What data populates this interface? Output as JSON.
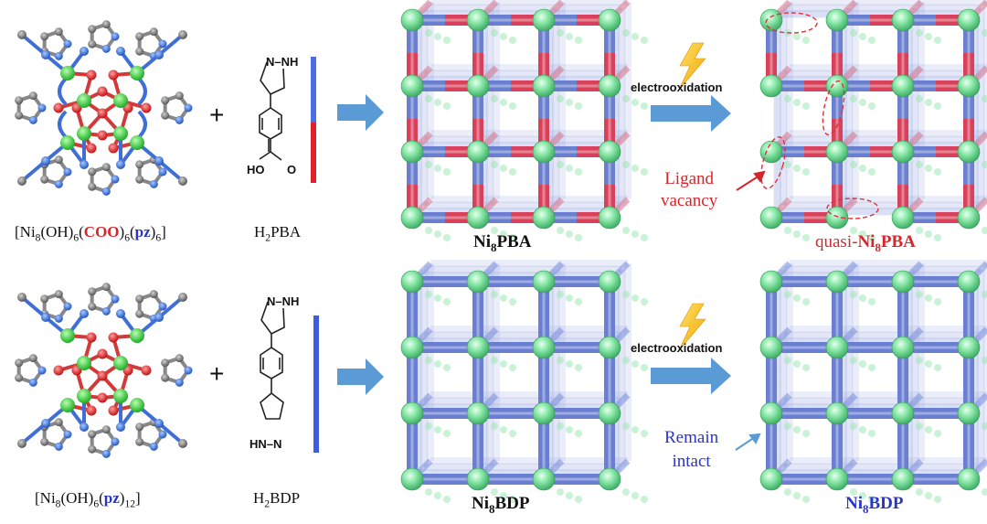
{
  "top_row": {
    "cluster_label": {
      "prefix": "[Ni",
      "s1": "8",
      "mid1": "(OH)",
      "s2": "6",
      "open": "(",
      "coo": "COO",
      "close": ")",
      "s3": "6",
      "open2": "(",
      "pz": "pz",
      "close2": ")",
      "s4": "6",
      "end": "]"
    },
    "linker_label": {
      "pre": "H",
      "sub": "2",
      "post": "PBA"
    },
    "linker_atoms": {
      "nh": "N–NH",
      "oh": "HO",
      "o": "O"
    },
    "framework_label": {
      "pre": "Ni",
      "sub": "8",
      "post": "PBA"
    },
    "arrow_label": "electrooxidation",
    "product_label": {
      "pre": "quasi-",
      "ni": "Ni",
      "sub": "8",
      "post": "PBA"
    },
    "annotation": {
      "line1": "Ligand",
      "line2": "vacancy"
    }
  },
  "bottom_row": {
    "cluster_label": {
      "prefix": "[Ni",
      "s1": "8",
      "mid1": "(OH)",
      "s2": "6",
      "open": "(",
      "pz": "pz",
      "close": ")",
      "s3": "12",
      "end": "]"
    },
    "linker_label": {
      "pre": "H",
      "sub": "2",
      "post": "BDP"
    },
    "linker_atoms": {
      "nh_top": "N–NH",
      "nh_bottom": "HN–N"
    },
    "framework_label": {
      "pre": "Ni",
      "sub": "8",
      "post": "BDP"
    },
    "arrow_label": "electrooxidation",
    "product_label": {
      "pre": "Ni",
      "sub": "8",
      "post": "BDP"
    },
    "annotation": {
      "line1": "Remain",
      "line2": "intact"
    }
  },
  "plus_sign": "+",
  "colors": {
    "ni": "#3fd24a",
    "o": "#e0201f",
    "n": "#2f6fd8",
    "c": "#777777",
    "node": "#86e6a6",
    "bar_blue": "#6b7fd0",
    "bar_red": "#d9415a",
    "arrow": "#5b9bd5",
    "bolt": "#f5c518",
    "red_text": "#d7262b",
    "blue_text": "#2a35c8"
  }
}
